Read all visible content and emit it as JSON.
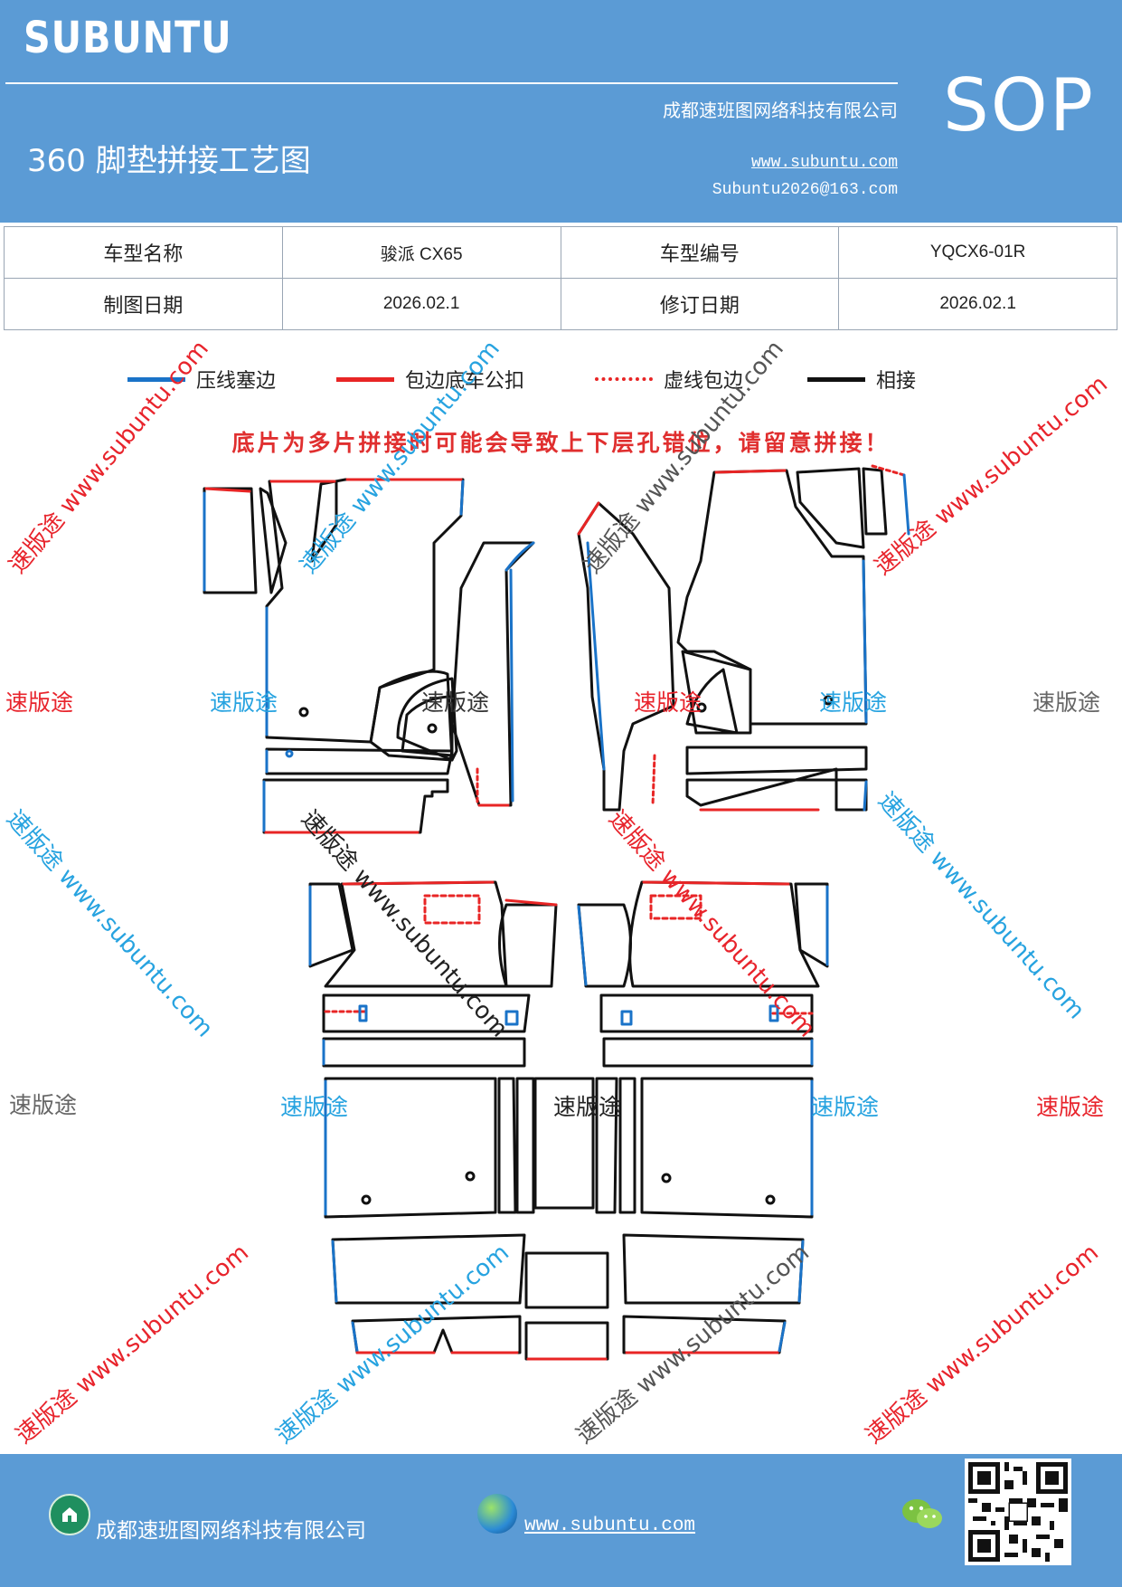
{
  "header": {
    "brand": "SUBUNTU",
    "company": "成都速班图网络科技有限公司",
    "title": "360 脚垫拼接工艺图",
    "website": "www.subuntu.com",
    "email": "Subuntu2026@163.com",
    "sop": "SOP",
    "brand_color": "#5b9bd5"
  },
  "info_table": {
    "rows": [
      {
        "label1": "车型名称",
        "value1": "骏派 CX65",
        "label2": "车型编号",
        "value2": "YQCX6-01R"
      },
      {
        "label1": "制图日期",
        "value1": "2026.02.1",
        "label2": "修订日期",
        "value2": "2026.02.1"
      }
    ]
  },
  "legend": [
    {
      "label": "压线塞边",
      "color": "#1a73c8",
      "style": "solid"
    },
    {
      "label": "包边底车公扣",
      "color": "#e82525",
      "style": "solid"
    },
    {
      "label": "虚线包边",
      "color": "#e82525",
      "style": "dotted"
    },
    {
      "label": "相接",
      "color": "#111111",
      "style": "solid"
    }
  ],
  "warning": "底片为多片拼接时可能会导致上下层孔错位，请留意拼接！",
  "watermarks": {
    "short": "速版途",
    "long": "速版途 www.subuntu.com",
    "colors": {
      "red": "#e8242c",
      "blue": "#27a3e0",
      "gray": "#666666"
    }
  },
  "footer": {
    "company": "成都速班图网络科技有限公司",
    "website": "www.subuntu.com",
    "home_icon": "home-icon",
    "globe_icon": "globe-icon",
    "wechat_icon": "wechat-icon",
    "qr_icon": "qr-code-icon"
  }
}
